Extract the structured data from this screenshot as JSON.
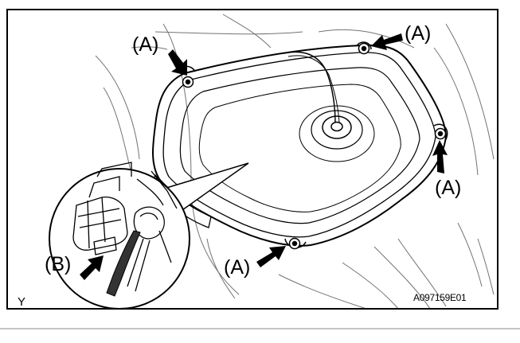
{
  "figure": {
    "callouts": {
      "a_top_left": "(A)",
      "a_top_right": "(A)",
      "a_right": "(A)",
      "a_bottom": "(A)",
      "b_detail": "(B)"
    },
    "view_letter": "Y",
    "figure_code": "A097159E01"
  }
}
